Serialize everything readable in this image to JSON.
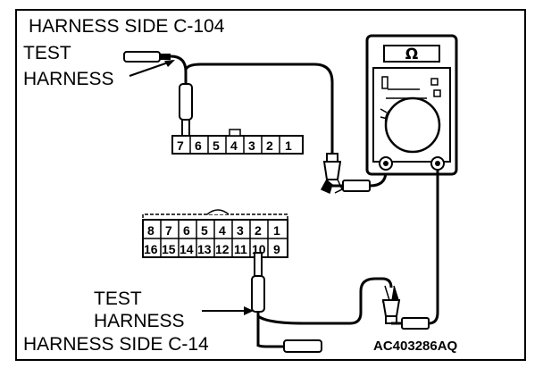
{
  "labels": {
    "top_harness_side": "HARNESS SIDE C-104",
    "top_test": "TEST",
    "top_harness": "HARNESS",
    "bottom_test": "TEST",
    "bottom_harness": "HARNESS",
    "bottom_harness_side": "HARNESS SIDE C-14",
    "figure_code": "AC403286AQ"
  },
  "meter": {
    "symbol": "Ω"
  },
  "connector_c104": {
    "pins": [
      "7",
      "6",
      "5",
      "4",
      "3",
      "2",
      "1"
    ]
  },
  "connector_c14": {
    "row1": [
      "8",
      "7",
      "6",
      "5",
      "4",
      "3",
      "2",
      "1"
    ],
    "row2": [
      "16",
      "15",
      "14",
      "13",
      "12",
      "11",
      "10",
      "9"
    ]
  },
  "colors": {
    "line": "#000000",
    "background": "#ffffff"
  }
}
